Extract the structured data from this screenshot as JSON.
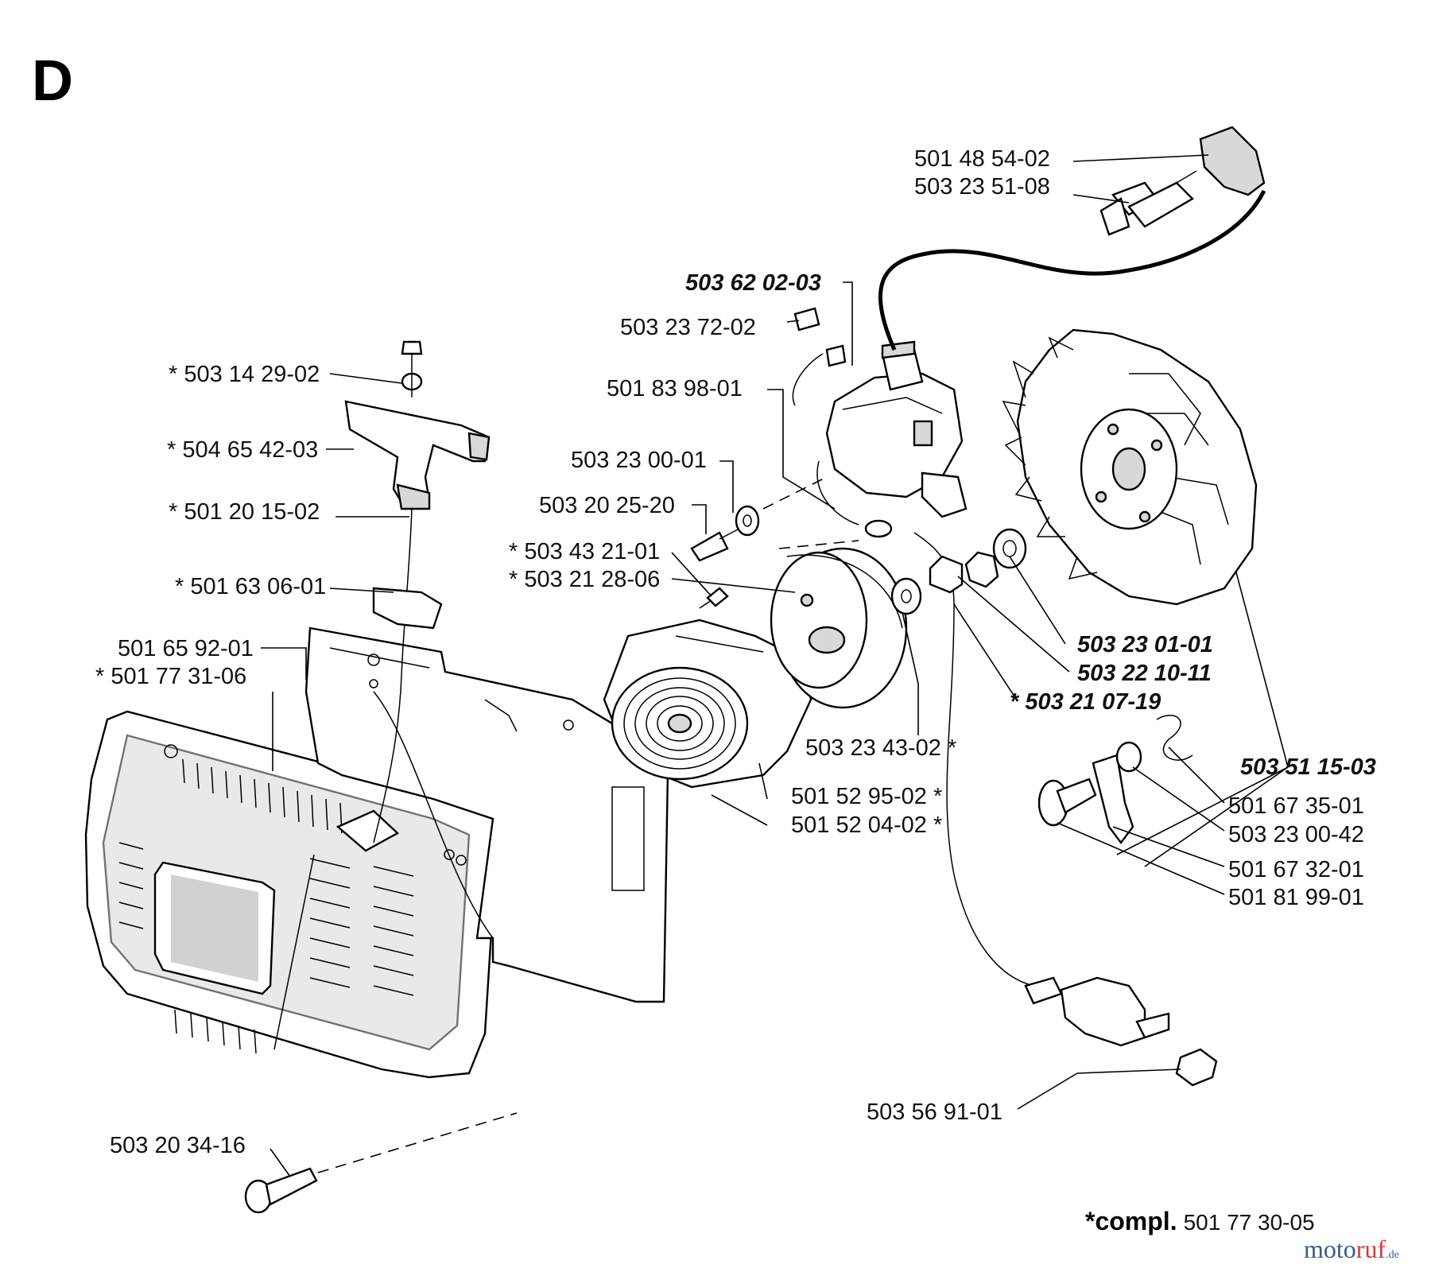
{
  "section": "D",
  "labels": {
    "spark_cap": "501 48 54-02",
    "spark_plug": "503 23 51-08",
    "ignition_module": "503 62 02-03",
    "terminal": "503 23 72-02",
    "ground_wire": "501 83 98-01",
    "handle_nut": "* 503 14 29-02",
    "handle": "* 504 65 42-03",
    "rope": "* 501 20 15-02",
    "rope_guide": "* 501 63 06-01",
    "washer_a": "503 23 00-01",
    "screw_a": "503 20 25-20",
    "pulley_screw": "* 503 43 21-01",
    "pulley": "* 503 21 28-06",
    "gasket": "501 65 92-01",
    "starter_cover": "* 501 77 31-06",
    "flywheel_washer": "503 23 01-01",
    "flywheel_nut": "503 22 10-11",
    "washer_b": "* 503 21 07-19",
    "pawl_kit": "503 51 15-03",
    "washer_c": "503 23 43-02 *",
    "spring_housing": "501 52 95-02 *",
    "recoil_spring": "501 52 04-02 *",
    "pawl_spring": "501 67 35-01",
    "pawl_washer": "503 23 00-42",
    "pawl": "501 67 32-01",
    "pawl_bolt": "501 81 99-01",
    "stop_switch": "503 56 91-01",
    "cover_screw": "503 20 34-16"
  },
  "footer": {
    "compl_key": "*compl.",
    "compl_number": "501 77 30-05"
  },
  "watermark": {
    "brand_a": "moto",
    "brand_b": "ruf",
    "tld": ".de"
  }
}
